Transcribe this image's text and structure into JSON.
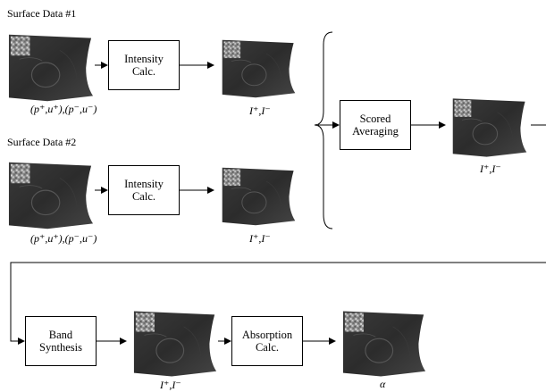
{
  "sections": {
    "surface1_title": "Surface Data #1",
    "surface2_title": "Surface Data #2"
  },
  "boxes": {
    "intensity1": "Intensity\nCalc.",
    "intensity2": "Intensity\nCalc.",
    "scored": "Scored\nAveraging",
    "band": "Band\nSynthesis",
    "absorption": "Absorption\nCalc."
  },
  "captions": {
    "input1": "(p⁺,u⁺),(p⁻,u⁻)",
    "output1": "I⁺,I⁻",
    "input2": "(p⁺,u⁺),(p⁻,u⁻)",
    "output2": "I⁺,I⁻",
    "averaged": "I⁺,I⁻",
    "synth": "I⁺,I⁻",
    "alpha": "α"
  },
  "colors": {
    "surface_dark": "#2e2e2e",
    "surface_mid": "#4a4a4a",
    "patch": "#9a9a9a"
  }
}
